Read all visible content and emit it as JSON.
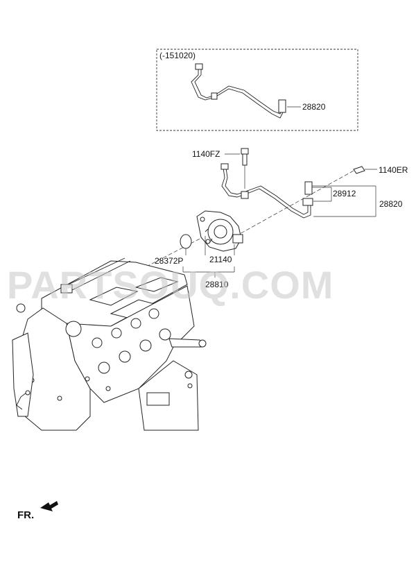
{
  "variant_box": {
    "date_code": "(-151020)",
    "part_number": "28820"
  },
  "labels": {
    "bolt_top": "1140FZ",
    "bolt_right": "1140ER",
    "clip": "28912",
    "hose_assembly": "28820",
    "o_ring": "28372P",
    "pump": "21140",
    "pump_assembly": "28810"
  },
  "watermark": "PARTSOUQ.COM",
  "front_marker": "FR."
}
